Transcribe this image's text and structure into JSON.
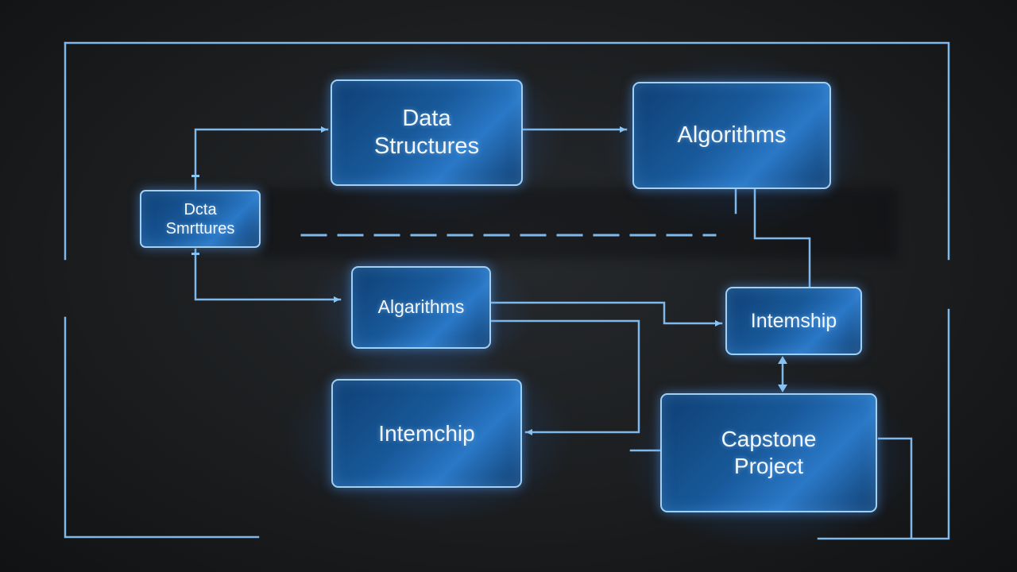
{
  "colors": {
    "background": "#1b1d1f",
    "node_fill": "#18599a",
    "node_border": "#9fd0f5",
    "connector": "#7fb8ea",
    "text": "#f2f7fc"
  },
  "nodes": {
    "data_structures_main": {
      "label": "Data\nStructures"
    },
    "algorithms_main": {
      "label": "Algorithms"
    },
    "data_structures_small": {
      "label": "Dcta\nSmrttures"
    },
    "algorithms_mid": {
      "label": "Algarithms"
    },
    "internship_right": {
      "label": "Intemship"
    },
    "internship_left": {
      "label": "Intemchip"
    },
    "capstone_project": {
      "label": "Capstone\nProject"
    }
  }
}
